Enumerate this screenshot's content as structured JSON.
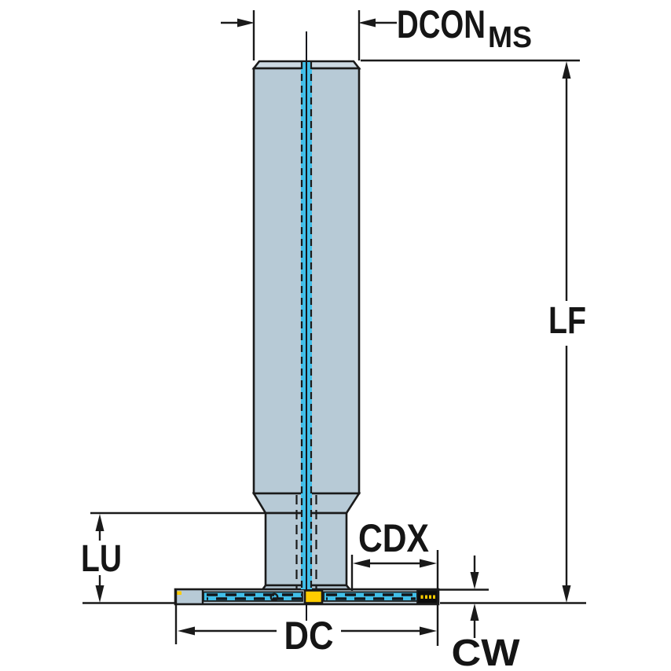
{
  "diagram": {
    "kind": "technical-dimension-drawing",
    "subject": "slot-milling-cutter-side-view",
    "labels": {
      "dcon": "DCON",
      "dcon_sub": "MS",
      "lf": "LF",
      "lu": "LU",
      "cdx": "CDX",
      "dc": "DC",
      "cw": "CW"
    },
    "colors": {
      "background": "#ffffff",
      "line": "#1a1a1a",
      "body": "#b7cad6",
      "body_light": "#ccd9e2",
      "coolant": "#41bfe9",
      "insert_yellow": "#ffcc00",
      "insert_dark": "#0d0d0d"
    }
  }
}
